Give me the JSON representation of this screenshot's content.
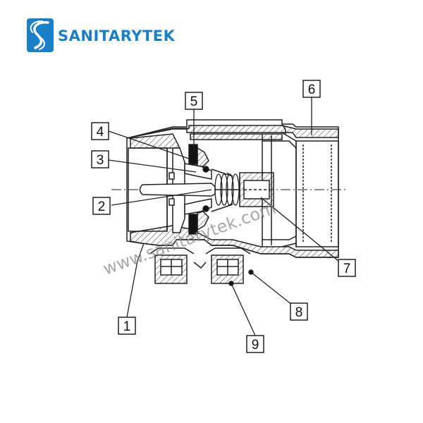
{
  "brand": {
    "name": "SANITARYTEK",
    "color": "#1a7fc6",
    "logo_icon": "s-wave-logo-icon"
  },
  "watermark": {
    "text": "www.sanitarytek.com",
    "color": "#8c8c8c"
  },
  "diagram": {
    "line_color": "#222222",
    "callouts": [
      {
        "id": "1",
        "label": "1"
      },
      {
        "id": "2",
        "label": "2"
      },
      {
        "id": "3",
        "label": "3"
      },
      {
        "id": "4",
        "label": "4"
      },
      {
        "id": "5",
        "label": "5"
      },
      {
        "id": "6",
        "label": "6"
      },
      {
        "id": "7",
        "label": "7"
      },
      {
        "id": "8",
        "label": "8"
      },
      {
        "id": "9",
        "label": "9"
      }
    ]
  }
}
